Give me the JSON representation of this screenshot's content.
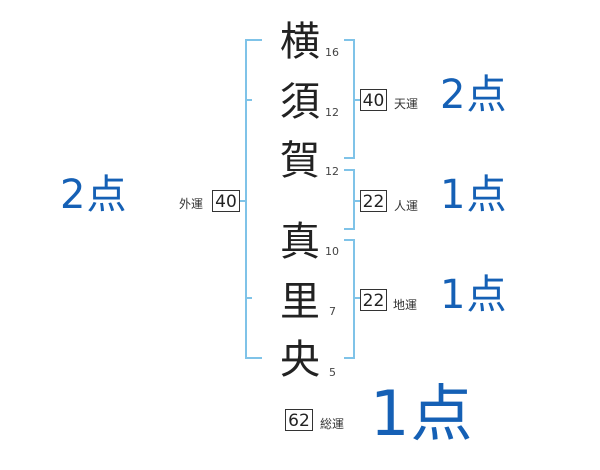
{
  "surname": [
    {
      "char": "横",
      "strokes": "16"
    },
    {
      "char": "須",
      "strokes": "12"
    },
    {
      "char": "賀",
      "strokes": "12"
    }
  ],
  "given": [
    {
      "char": "真",
      "strokes": "10"
    },
    {
      "char": "里",
      "strokes": "7"
    },
    {
      "char": "央",
      "strokes": "5"
    }
  ],
  "fortunes": {
    "gaiun": {
      "label": "外運",
      "value": "40",
      "score": "2点"
    },
    "tenun": {
      "label": "天運",
      "value": "40",
      "score": "2点"
    },
    "jinun": {
      "label": "人運",
      "value": "22",
      "score": "1点"
    },
    "chiun": {
      "label": "地運",
      "value": "22",
      "score": "1点"
    },
    "souun": {
      "label": "総運",
      "value": "62",
      "score": "1点"
    }
  },
  "colors": {
    "bracket": "#7fc3e8",
    "score": "#1560b5"
  }
}
